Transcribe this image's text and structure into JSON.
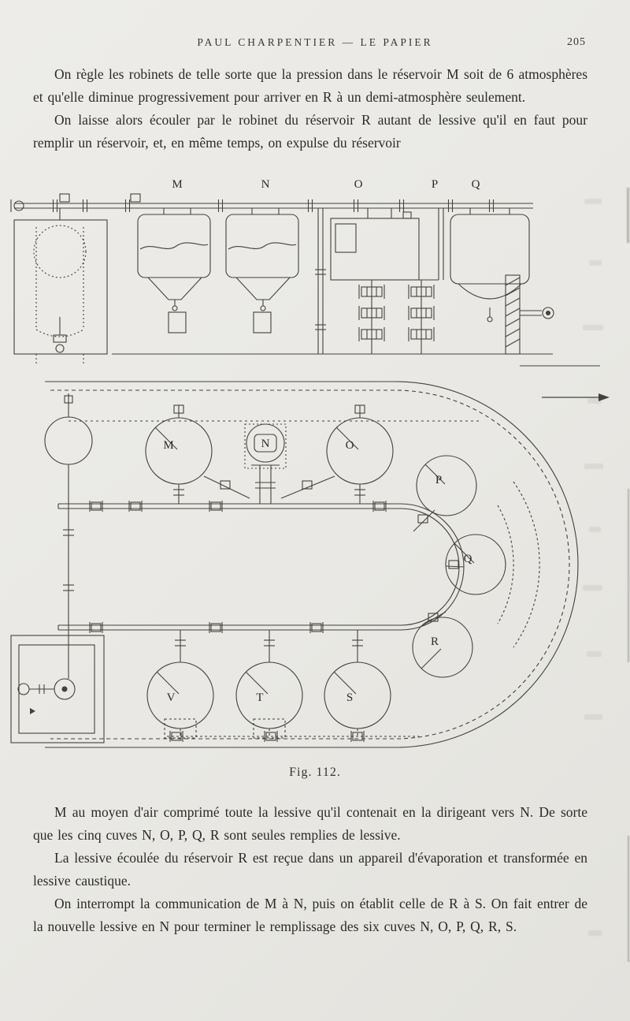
{
  "header": {
    "title": "PAUL CHARPENTIER — LE PAPIER",
    "page_number": "205"
  },
  "content": {
    "paragraphs_top": [
      "On règle les robinets de telle sorte que la pression dans le réservoir M soit de 6 atmosphères et qu'elle diminue progressivement pour arriver en R à un demi-atmosphère seulement.",
      "On laisse alors écouler par le robinet du réservoir R autant de lessive qu'il en faut pour remplir un réservoir, et, en même temps, on expulse du réservoir"
    ],
    "paragraphs_bottom": [
      "M au moyen d'air comprimé toute la lessive qu'il contenait en la dirigeant vers N. De sorte que les cinq cuves N, O, P, Q, R sont seules remplies de lessive.",
      "La lessive écoulée du réservoir R est reçue dans un appareil d'évaporation et transformée en lessive caustique.",
      "On interrompt la communication de M à N, puis on établit celle de R à S. On fait entrer de la nouvelle lessive en N pour terminer le remplissage des six cuves N, O, P, Q, R, S."
    ]
  },
  "figure": {
    "caption": "Fig. 112.",
    "side_labels": [
      "M",
      "N",
      "O",
      "P",
      "Q"
    ],
    "plan_labels": [
      "M",
      "N",
      "O",
      "P",
      "Q",
      "R",
      "S",
      "T",
      "V"
    ]
  },
  "colors": {
    "paper": "#e9e8e4",
    "ink": "#2d2b27",
    "line": "#45423d"
  }
}
